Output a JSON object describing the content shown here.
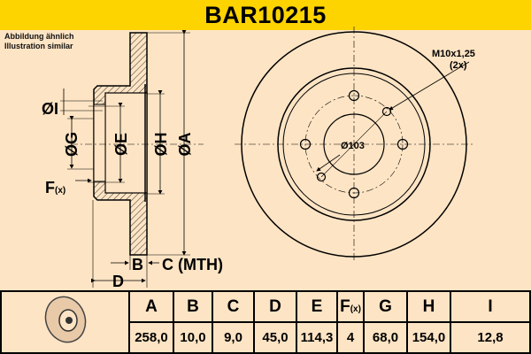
{
  "header": {
    "title": "BAR10215"
  },
  "note": {
    "line1": "Abbildung ähnlich",
    "line2": "Illustration similar"
  },
  "drawing": {
    "labels": {
      "I": "ØI",
      "G": "ØG",
      "E": "ØE",
      "H": "ØH",
      "A": "ØA",
      "F": "F",
      "F_sub": "(x)",
      "B": "B",
      "C": "C (MTH)",
      "D": "D"
    },
    "front": {
      "thread": "M10x1,25",
      "thread_count": "(2x)",
      "bolt_circle": "Ø103"
    }
  },
  "table": {
    "headers": [
      "A",
      "B",
      "C",
      "D",
      "E",
      "F",
      "G",
      "H",
      "I"
    ],
    "f_sub": "(x)",
    "values": [
      "258,0",
      "10,0",
      "9,0",
      "45,0",
      "114,3",
      "4",
      "68,0",
      "154,0",
      "12,8"
    ]
  },
  "colors": {
    "header": "#fdd300",
    "background": "#fde4c4"
  }
}
